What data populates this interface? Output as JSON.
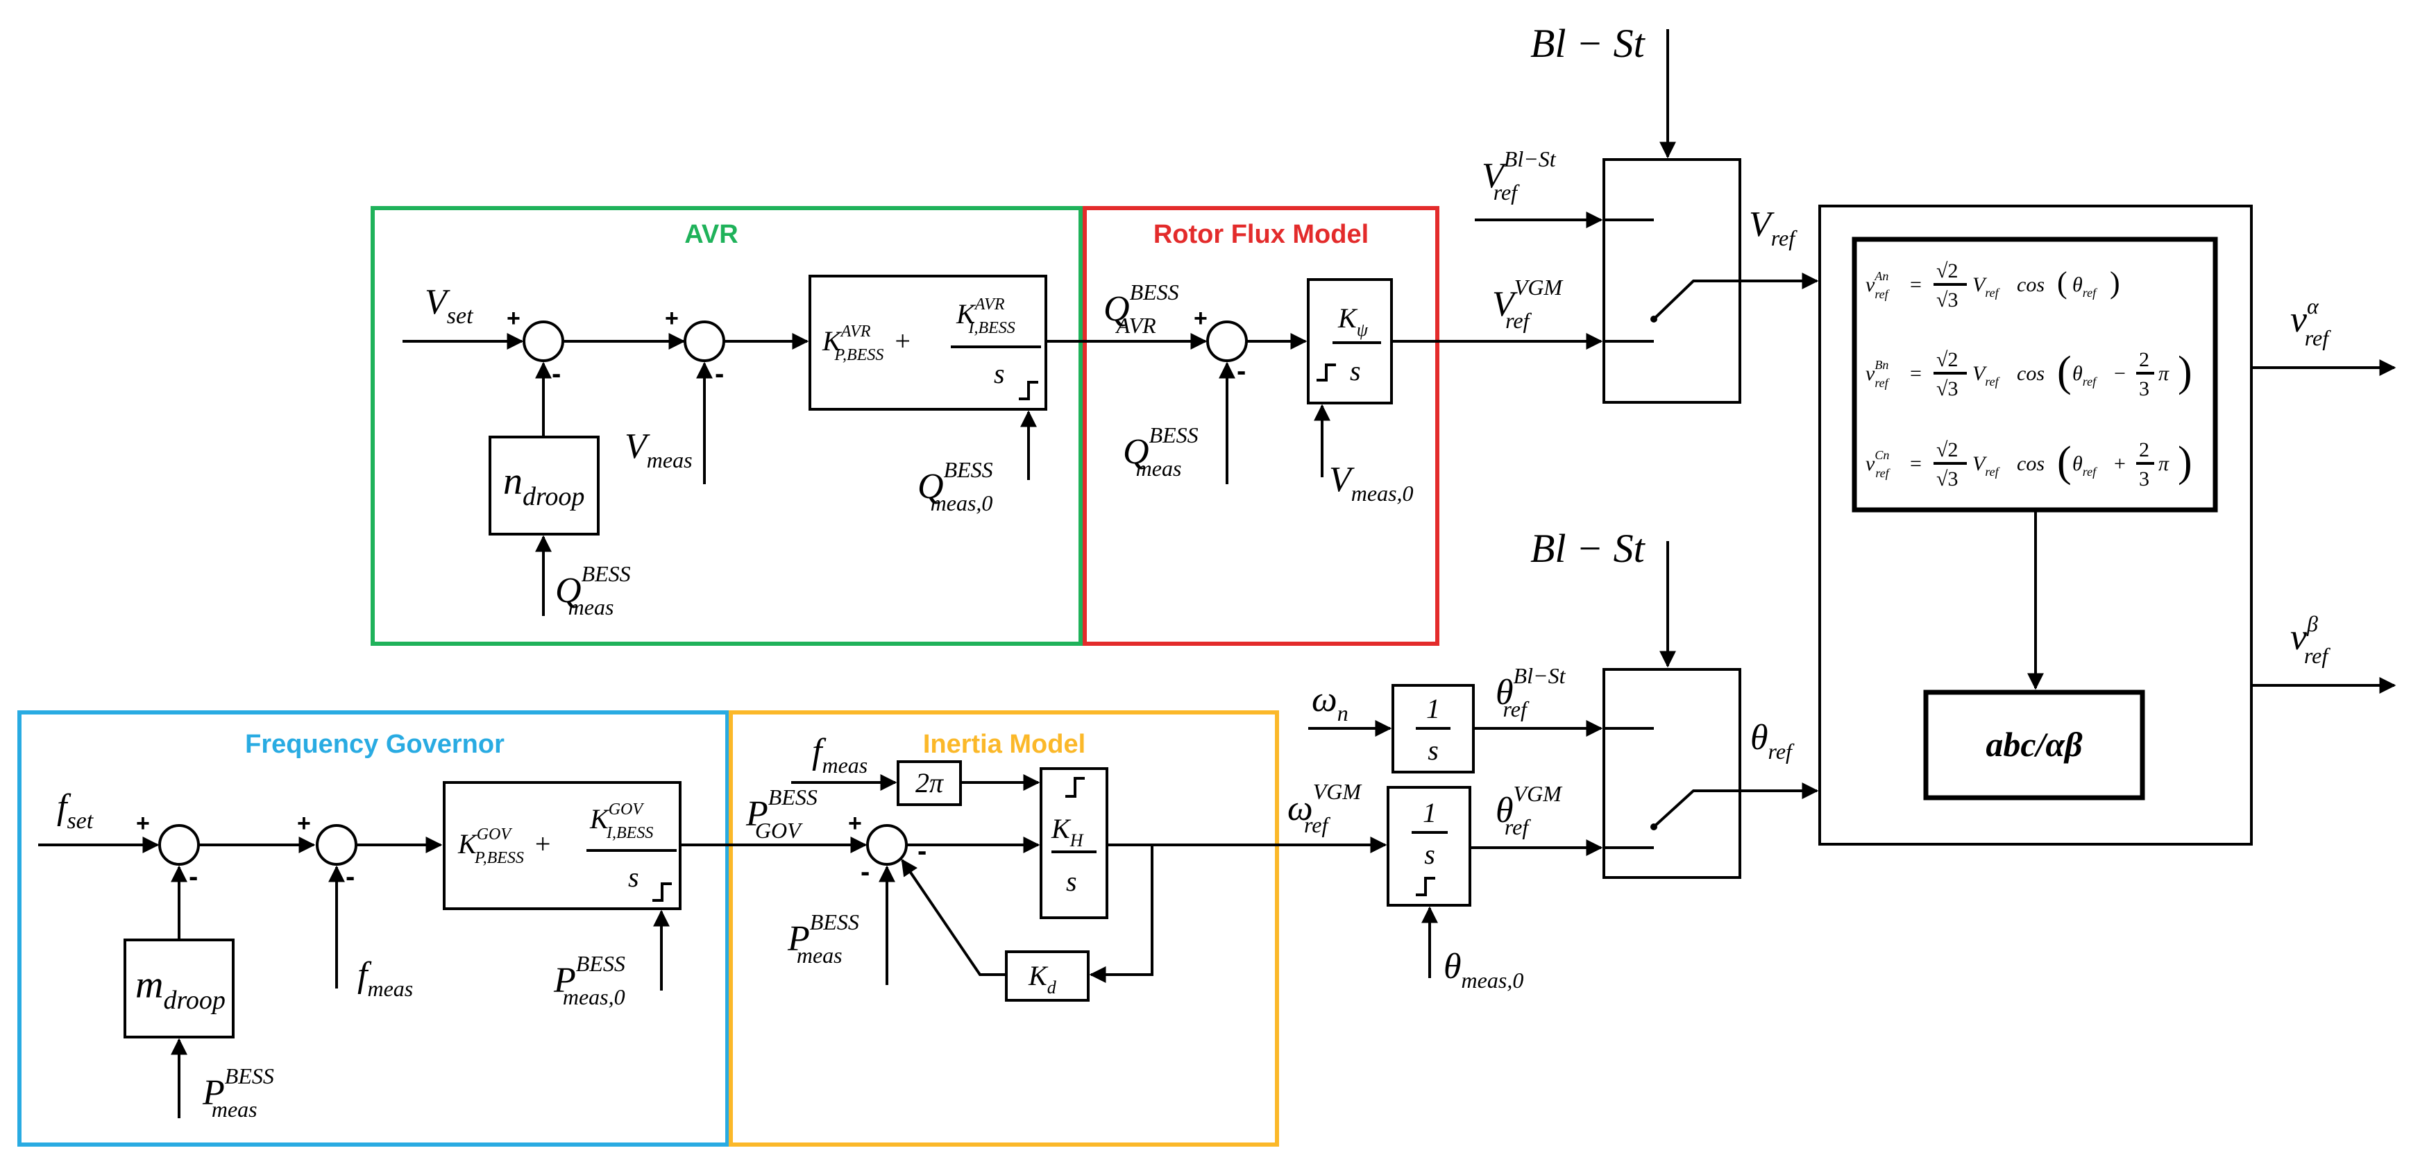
{
  "colors": {
    "avr": "#1fb25a",
    "rotor_flux": "#e32b2b",
    "frequency_governor": "#29abe2",
    "inertia": "#fbb829",
    "line": "#000000"
  },
  "groups": {
    "avr": "AVR",
    "rotor_flux": "Rotor Flux Model",
    "frequency_governor": "Frequency Governor",
    "inertia": "Inertia Model"
  },
  "signals": {
    "blst_top": "Bl − St",
    "blst_bottom": "Bl − St",
    "v_set": {
      "base": "V",
      "sub": "set"
    },
    "v_meas": {
      "base": "V",
      "sub": "meas"
    },
    "q_meas_droop": {
      "base": "Q",
      "sup": "BESS",
      "sub": "meas"
    },
    "q_meas0": {
      "base": "Q",
      "sup": "BESS",
      "sub": "meas,0"
    },
    "q_avr": {
      "base": "Q",
      "sup": "BESS",
      "sub": "AVR"
    },
    "q_meas_rf": {
      "base": "Q",
      "sup": "BESS",
      "sub": "meas"
    },
    "v_meas0": {
      "base": "V",
      "sub": "meas,0"
    },
    "v_ref_blst": {
      "base": "V",
      "sup": "Bl−St",
      "sub": "ref"
    },
    "v_ref_vgm": {
      "base": "V",
      "sup": "VGM",
      "sub": "ref"
    },
    "v_ref": {
      "base": "V",
      "sub": "ref"
    },
    "f_set": {
      "base": "f",
      "sub": "set"
    },
    "f_meas_gov": {
      "base": "f",
      "sub": "meas"
    },
    "p_meas_droop": {
      "base": "P",
      "sup": "BESS",
      "sub": "meas"
    },
    "p_meas0": {
      "base": "P",
      "sup": "BESS",
      "sub": "meas,0"
    },
    "f_meas_in": {
      "base": "f",
      "sub": "meas"
    },
    "p_gov": {
      "base": "P",
      "sup": "BESS",
      "sub": "GOV"
    },
    "p_meas_in": {
      "base": "P",
      "sup": "BESS",
      "sub": "meas"
    },
    "omega_n": {
      "base": "ω",
      "sub": "n"
    },
    "omega_ref": {
      "base": "ω",
      "sup": "VGM",
      "sub": "ref"
    },
    "theta_meas0": {
      "base": "θ",
      "sub": "meas,0"
    },
    "theta_ref_blst": {
      "base": "θ",
      "sup": "Bl−St",
      "sub": "ref"
    },
    "theta_ref_vgm": {
      "base": "θ",
      "sup": "VGM",
      "sub": "ref"
    },
    "theta_ref": {
      "base": "θ",
      "sub": "ref"
    },
    "v_alpha": {
      "base": "v",
      "sup": "α",
      "sub": "ref"
    },
    "v_beta": {
      "base": "v",
      "sup": "β",
      "sub": "ref"
    }
  },
  "blocks": {
    "n_droop": {
      "base": "n",
      "sub": "droop"
    },
    "m_droop": {
      "base": "m",
      "sub": "droop"
    },
    "k_psi": {
      "num": "K",
      "num_sub": "ψ",
      "den": "s"
    },
    "two_pi": "2π",
    "k_h": {
      "num": "K",
      "num_sub": "H",
      "den": "s"
    },
    "k_d": {
      "base": "K",
      "sub": "d"
    },
    "integrator_top": {
      "num": "1",
      "den": "s"
    },
    "integrator_bottom": {
      "num": "1",
      "den": "s"
    },
    "abc_alphabeta": "abc/αβ",
    "pi_avr": {
      "kp": "K",
      "kp_sup": "AVR",
      "kp_sub": "P,BESS",
      "ki": "K",
      "ki_sup": "AVR",
      "ki_sub": "I,BESS",
      "den": "s"
    },
    "pi_gov": {
      "kp": "K",
      "kp_sup": "GOV",
      "kp_sub": "P,BESS",
      "ki": "K",
      "ki_sup": "GOV",
      "ki_sub": "I,BESS",
      "den": "s"
    },
    "equations": [
      {
        "lhs": "v",
        "lhs_sup": "An",
        "lhs_sub": "ref",
        "arg": "θ",
        "arg_sub": "ref",
        "shift": ""
      },
      {
        "lhs": "v",
        "lhs_sup": "Bn",
        "lhs_sub": "ref",
        "arg": "θ",
        "arg_sub": "ref",
        "shift": "−"
      },
      {
        "lhs": "v",
        "lhs_sup": "Cn",
        "lhs_sub": "ref",
        "arg": "θ",
        "arg_sub": "ref",
        "shift": "+"
      }
    ],
    "eq_common": {
      "eq": "=",
      "sqrt2": "√2",
      "sqrt3": "√3",
      "vref": "V",
      "vref_sub": "ref",
      "cos": "cos",
      "two": "2",
      "three": "3",
      "pi": "π"
    }
  },
  "sum_signs": {
    "plus": "+",
    "minus": "-"
  }
}
